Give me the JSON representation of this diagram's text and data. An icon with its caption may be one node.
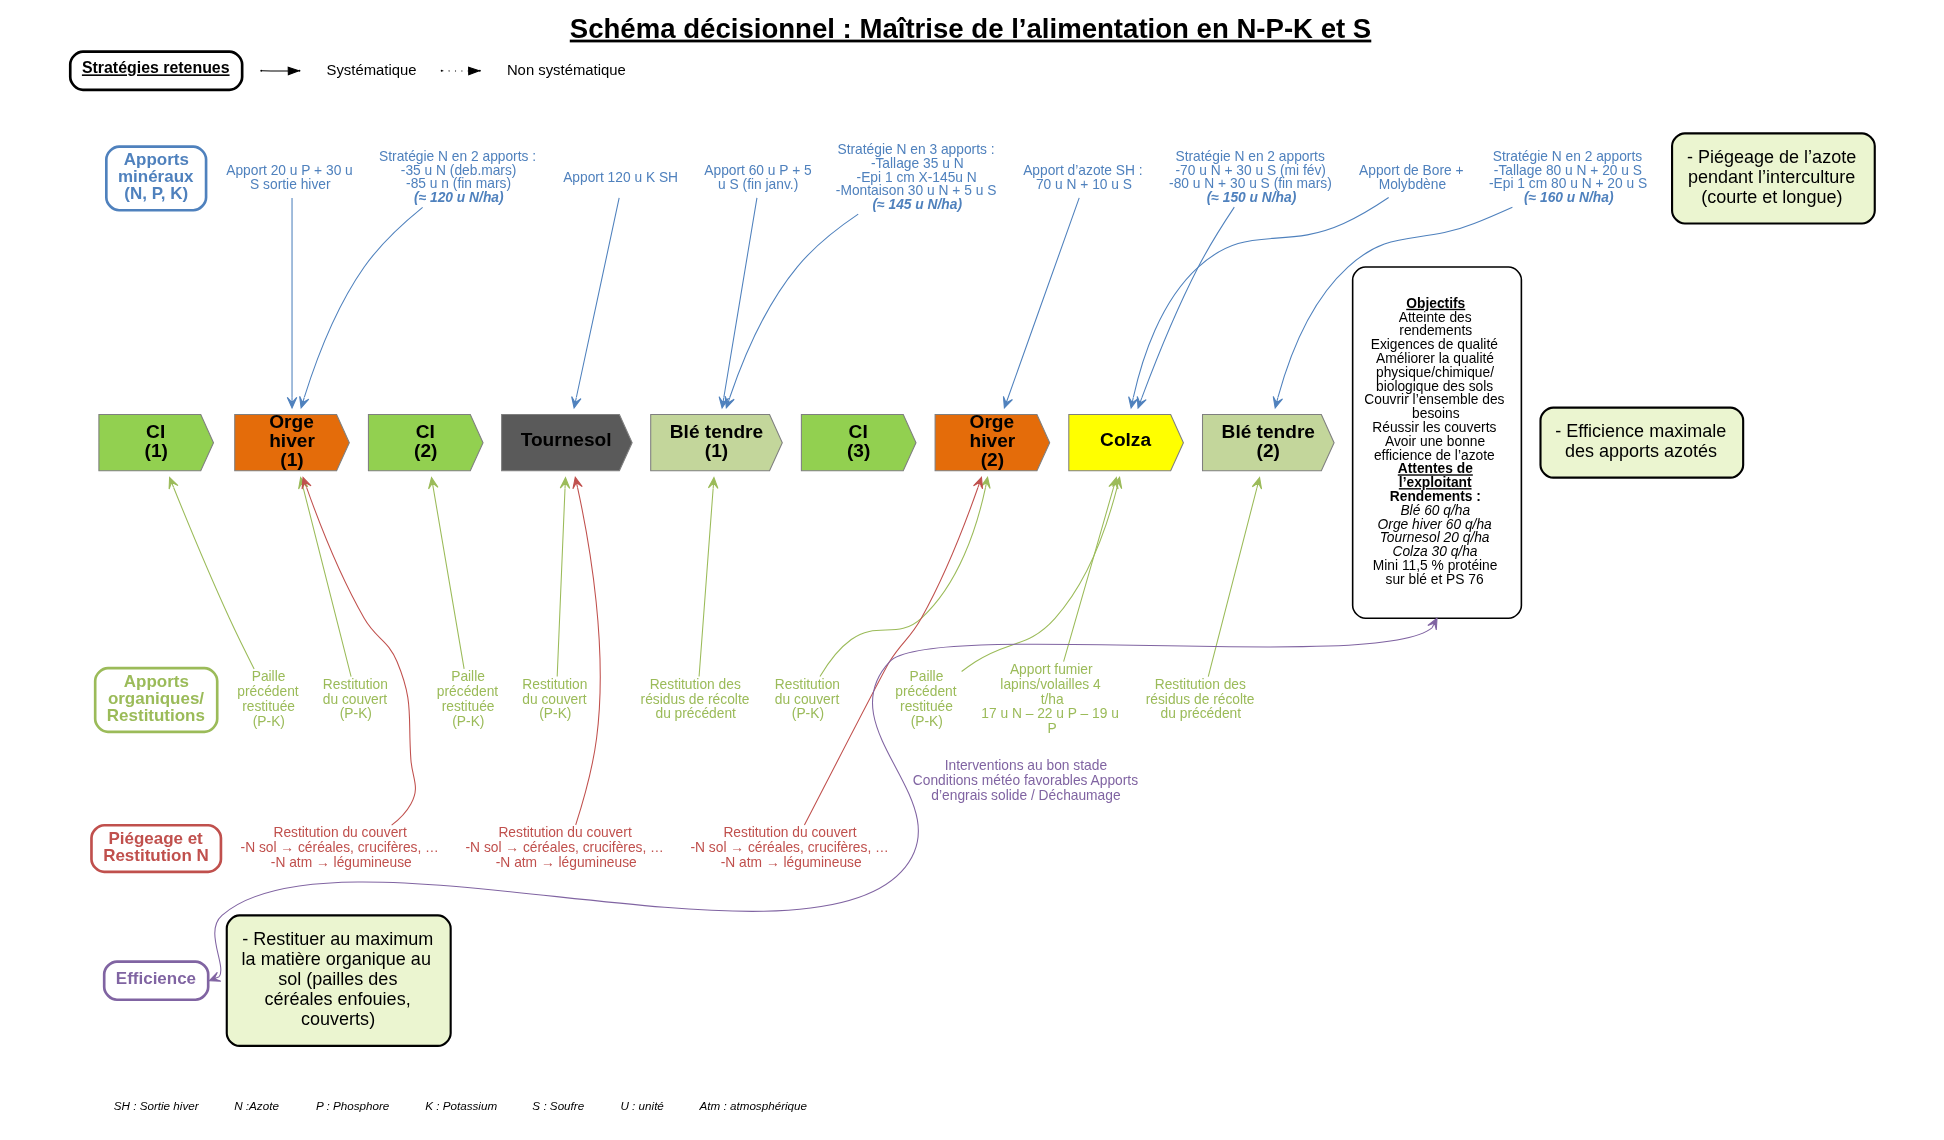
{
  "diagram": {
    "title": "Schéma décisionnel : Maîtrise de l’alimentation en N-P-K et S",
    "nodes": [
      {
        "text": [
          "Stratégies retenues"
        ]
      },
      {
        "text": [
          "Apports minéraux (N, P, K)"
        ]
      },
      {
        "text": [
          "Apports organiques/ Restitutions"
        ]
      },
      {
        "text": [
          "Piégeage et Restitution N"
        ]
      },
      {
        "text": [
          "Efficience"
        ]
      },
      {
        "text": [
          "Apport 20 u P + 30 u S sortie hiver"
        ]
      },
      {
        "text": [
          "Stratégie N en 2 apports :",
          "-35 u N (deb.mars)",
          "-85 u n (fin mars)",
          "(≈ 120 u N/ha)"
        ]
      },
      {
        "text": [
          "Apport 120 u K SH"
        ]
      },
      {
        "text": [
          "Apport 60 u P + 5 u S (fin janv.)"
        ]
      },
      {
        "text": [
          "Stratégie N en 3 apports :",
          "-Tallage 35 u N",
          "-Epi 1 cm X-145u N",
          "-Montaison 30 u N + 5 u S",
          "(≈ 145 u N/ha)"
        ]
      },
      {
        "text": [
          "Apport d’azote SH : 70 u N + 10 u S"
        ]
      },
      {
        "text": [
          "Stratégie N en 2 apports",
          "-70 u N + 30 u S (mi fév)",
          "-80 u N + 30 u S (fin mars)",
          "(≈ 150 u N/ha)"
        ]
      },
      {
        "text": [
          "Apport de Bore + Molybdène"
        ]
      },
      {
        "text": [
          "Stratégie N en 2 apports",
          "-Tallage 80 u N + 20 u S",
          "-Epi 1 cm 80 u N + 20 u S",
          "(≈ 160 u N/ha)"
        ]
      },
      {
        "text": [
          "CI (1)"
        ]
      },
      {
        "text": [
          "Orge hiver (1)"
        ]
      },
      {
        "text": [
          "CI (2)"
        ]
      },
      {
        "text": [
          "Tournesol"
        ]
      },
      {
        "text": [
          "Blé tendre (1)"
        ]
      },
      {
        "text": [
          "CI (3)"
        ]
      },
      {
        "text": [
          "Orge hiver (2)"
        ]
      },
      {
        "text": [
          "Colza"
        ]
      },
      {
        "text": [
          "Blé tendre (2)"
        ]
      },
      {
        "text": [
          "Paille précédent restituée (P-K)"
        ]
      },
      {
        "text": [
          "Restitution du couvert (P-K)"
        ]
      },
      {
        "text": [
          "Paille précédent restituée (P-K)"
        ]
      },
      {
        "text": [
          "Restitution du couvert (P-K)"
        ]
      },
      {
        "text": [
          "Restitution des résidus de récolte du précédent"
        ]
      },
      {
        "text": [
          "Restitution du couvert (P-K)"
        ]
      },
      {
        "text": [
          "Paille précédent restituée (P-K)"
        ]
      },
      {
        "text": [
          "Apport fumier lapins/volailles 4 t/ha",
          "17 u N – 22 u P – 19 u P"
        ]
      },
      {
        "text": [
          "Restitution des résidus de récolte du précédent"
        ]
      },
      {
        "text": [
          "Restitution du couvert",
          "-N sol → céréales, crucifères, …",
          "-N atm → légumineuse"
        ]
      },
      {
        "text": [
          "Restitution du couvert",
          "-N sol → céréales, crucifères, …",
          "-N atm → légumineuse"
        ]
      },
      {
        "text": [
          "Restitution du couvert",
          "-N sol → céréales, crucifères, …",
          "-N atm → légumineuse"
        ]
      },
      {
        "text": [
          "Objectifs",
          "Atteinte des rendements",
          "Exigences de qualité",
          "Améliorer la qualité physique/chimique/ biologique des sols",
          "Couvrir l’ensemble des besoins",
          "Réussir les couverts",
          "Avoir une bonne efficience de l’azote",
          "Attentes de l’exploitant",
          "Rendements :",
          "Blé 60 q/ha",
          "Orge hiver 60 q/ha",
          "Tournesol 20 q/ha",
          "Colza 30 q/ha",
          "Mini 11,5 % protéine sur blé et PS 76"
        ]
      },
      {
        "text": [
          "- Piégeage de l’azote pendant l’interculture (courte et longue)"
        ]
      },
      {
        "text": [
          "- Efficience maximale des apports azotés"
        ]
      },
      {
        "text": [
          "- Restituer au maximum la matière organique au sol (pailles des céréales enfouies, couverts)"
        ]
      }
    ],
    "edges": [
      {
        "from": 5,
        "to": 15,
        "arrow": "to",
        "color": "#4f81bd"
      },
      {
        "from": 6,
        "to": 15,
        "arrow": "to",
        "color": "#4f81bd"
      },
      {
        "from": 7,
        "to": 17,
        "arrow": "to",
        "color": "#4f81bd"
      },
      {
        "from": 8,
        "to": 18,
        "arrow": "to",
        "color": "#4f81bd"
      },
      {
        "from": 9,
        "to": 18,
        "arrow": "to",
        "color": "#4f81bd"
      },
      {
        "from": 10,
        "to": 20,
        "arrow": "to",
        "color": "#4f81bd"
      },
      {
        "from": 11,
        "to": 21,
        "arrow": "to",
        "color": "#4f81bd"
      },
      {
        "from": 12,
        "to": 21,
        "arrow": "to",
        "color": "#4f81bd"
      },
      {
        "from": 13,
        "to": 22,
        "arrow": "to",
        "color": "#4f81bd"
      },
      {
        "from": 23,
        "to": 14,
        "arrow": "to",
        "color": "#9bbb59"
      },
      {
        "from": 24,
        "to": 15,
        "arrow": "to",
        "color": "#9bbb59"
      },
      {
        "from": 25,
        "to": 16,
        "arrow": "to",
        "color": "#9bbb59"
      },
      {
        "from": 26,
        "to": 17,
        "arrow": "to",
        "color": "#9bbb59"
      },
      {
        "from": 27,
        "to": 18,
        "arrow": "to",
        "color": "#9bbb59"
      },
      {
        "from": 28,
        "to": 20,
        "arrow": "to",
        "color": "#9bbb59"
      },
      {
        "from": 29,
        "to": 21,
        "arrow": "to",
        "color": "#9bbb59"
      },
      {
        "from": 30,
        "to": 21,
        "arrow": "to",
        "color": "#9bbb59"
      },
      {
        "from": 31,
        "to": 22,
        "arrow": "to",
        "color": "#9bbb59"
      },
      {
        "from": 32,
        "to": 15,
        "arrow": "to",
        "color": "#c0504d"
      },
      {
        "from": 33,
        "to": 17,
        "arrow": "to",
        "color": "#c0504d"
      },
      {
        "from": 34,
        "to": 20,
        "arrow": "to",
        "color": "#c0504d"
      },
      {
        "from": 4,
        "to": 35,
        "arrow": "both",
        "color": "#8064a2",
        "label": "Interventions au bon stade Conditions météo favorables Apports d’engrais solide / Déchaumage"
      }
    ],
    "labels": [
      "SH : Sortie hiver",
      "N :Azote",
      "P : Phosphore",
      "K : Potassium",
      "S : Soufre",
      "U : unité",
      "Atm : atmosphérique"
    ],
    "legend": [
      {
        "text": "Systématique"
      },
      {
        "text": "Non systématique"
      }
    ]
  }
}
